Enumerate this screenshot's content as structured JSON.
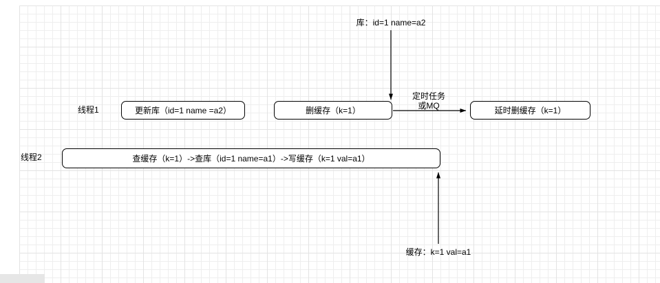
{
  "theme": {
    "stroke": "#000000",
    "box-fill": "#ffffff",
    "grid-minor": "#eeeeee",
    "grid-major": "#e3e3e3",
    "edge": "#e6e6e6",
    "text": "#000000"
  },
  "labels": {
    "db_state": "库：id=1 name=a2",
    "thread1": "线程1",
    "thread2": "线程2",
    "timer_task_line1": "定时任务",
    "timer_task_line2": "或MQ",
    "cache_state": "缓存：k=1 val=a1"
  },
  "boxes": {
    "update_db": "更新库（id=1 name =a2）",
    "delete_cache": "删缓存（k=1）",
    "delayed_delete_cache": "延时删缓存（k=1）",
    "read_write_flow": "查缓存（k=1）->查库（id=1 name=a1）->写缓存（k=1 val=a1）"
  }
}
